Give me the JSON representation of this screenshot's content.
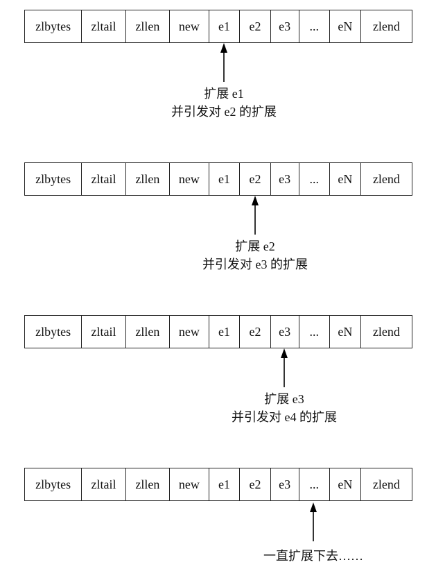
{
  "cells": [
    "zlbytes",
    "zltail",
    "zllen",
    "new",
    "e1",
    "e2",
    "e3",
    "...",
    "eN",
    "zlend"
  ],
  "stages": [
    {
      "target": "e1",
      "line1": "扩展 e1",
      "line2": "并引发对 e2 的扩展"
    },
    {
      "target": "e2",
      "line1": "扩展 e2",
      "line2": "并引发对 e3 的扩展"
    },
    {
      "target": "e3",
      "line1": "扩展 e3",
      "line2": "并引发对 e4 的扩展"
    },
    {
      "target": "...",
      "line1": "一直扩展下去……",
      "line2": ""
    }
  ]
}
